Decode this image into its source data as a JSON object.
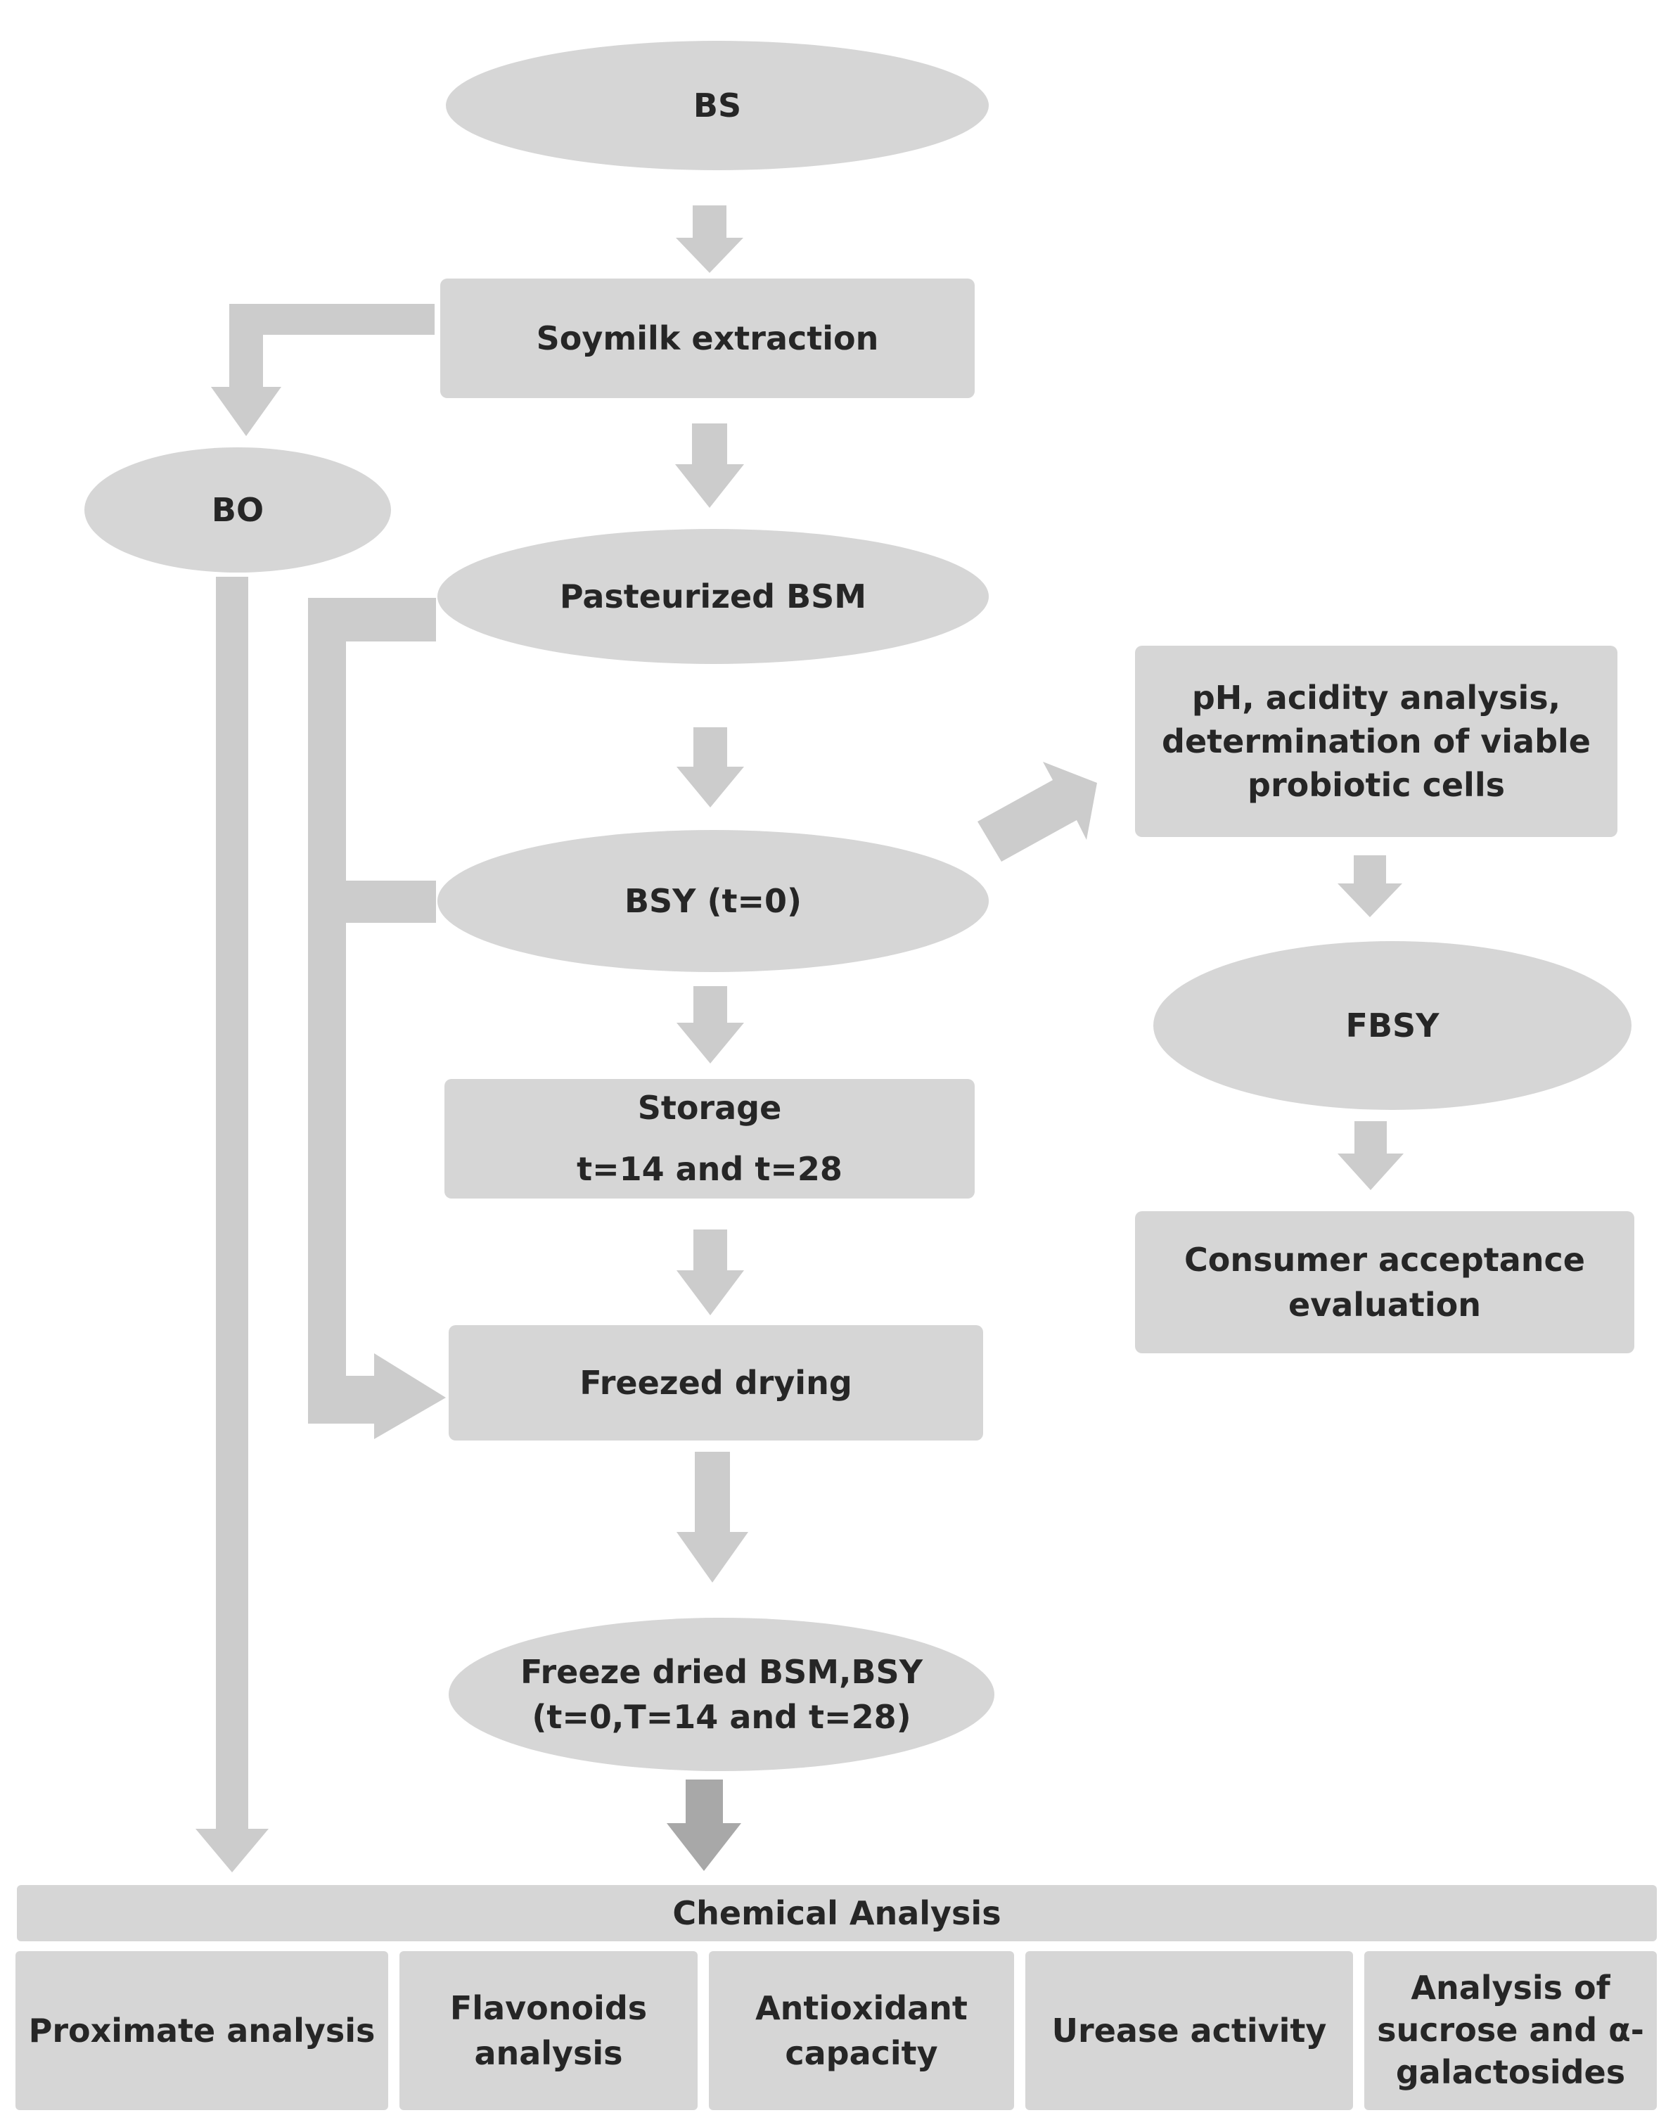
{
  "nodes": {
    "bs": "BS",
    "soymilk_extraction": "Soymilk extraction",
    "bo": "BO",
    "pasteurized_bsm": "Pasteurized BSM",
    "bsy_t0": "BSY (t=0)",
    "storage_title": "Storage",
    "storage_times": "t=14 and t=28",
    "freezed_drying": "Freezed drying",
    "freeze_dried_line1": "Freeze dried BSM,BSY",
    "freeze_dried_line2": "(t=0,T=14 and t=28)",
    "ph_line1": "pH, acidity analysis,",
    "ph_line2": "determination of viable",
    "ph_line3": "probiotic cells",
    "fbsy": "FBSY",
    "consumer_line1": "Consumer acceptance",
    "consumer_line2": "evaluation"
  },
  "chemical_analysis": {
    "title": "Chemical Analysis",
    "items": [
      {
        "lines": [
          "Proximate analysis"
        ]
      },
      {
        "lines": [
          "Flavonoids",
          "analysis"
        ]
      },
      {
        "lines": [
          "Antioxidant",
          "capacity"
        ]
      },
      {
        "lines": [
          "Urease activity"
        ]
      },
      {
        "lines": [
          "Analysis of",
          "sucrose and α-",
          "galactosides"
        ]
      }
    ]
  },
  "colors": {
    "node_fill": "#d6d6d6",
    "arrow": "#cccccc",
    "arrow_dark": "#a8a8a8",
    "text": "#262626"
  }
}
